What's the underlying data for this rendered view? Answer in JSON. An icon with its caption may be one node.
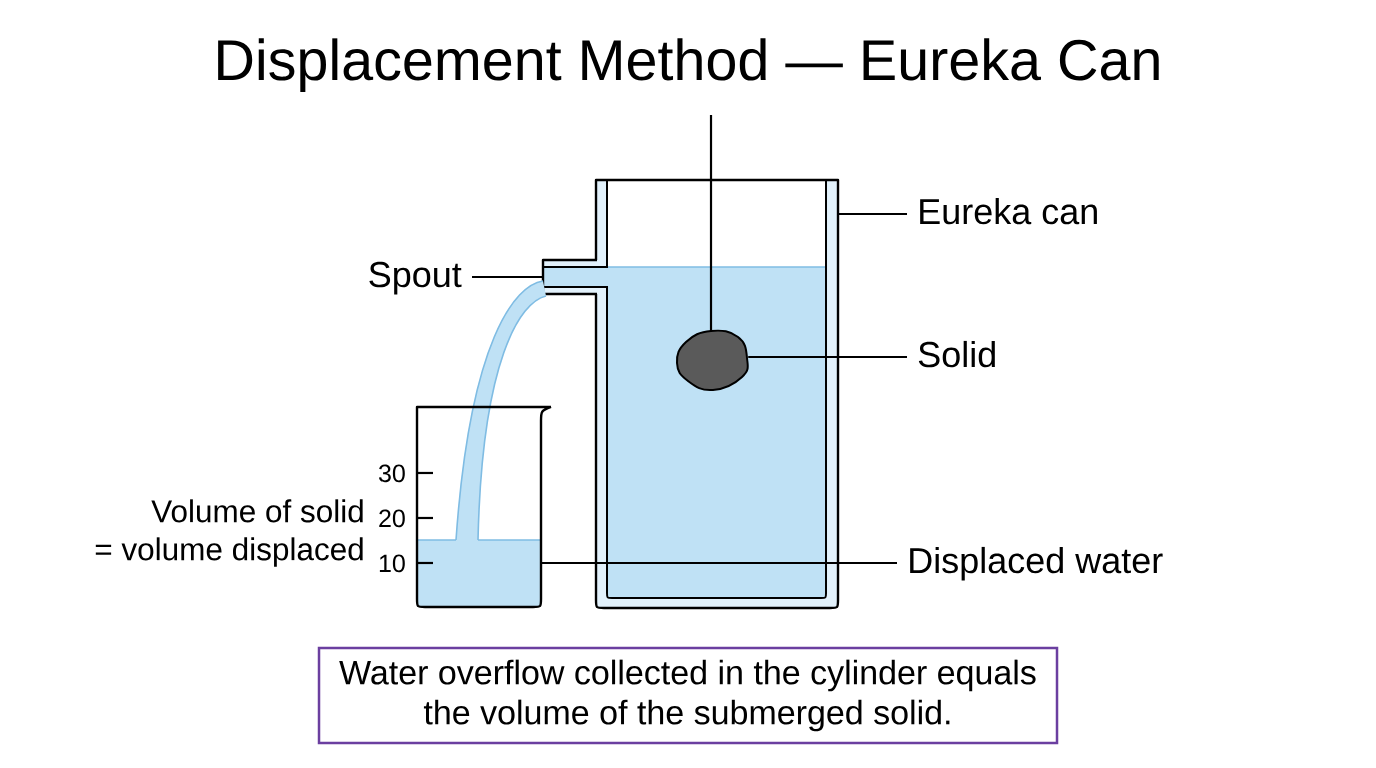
{
  "diagram": {
    "title": "Displacement Method — Eureka Can",
    "nodes": [
      {
        "text": [],
        "shape": "picture"
      },
      {
        "text": [
          "Eureka can"
        ]
      },
      {
        "text": [],
        "shape": "box"
      },
      {
        "text": [
          "Spout"
        ]
      },
      {
        "text": [],
        "shape": "blob",
        "in": 0
      },
      {
        "text": [
          "Solid"
        ]
      },
      {
        "text": [],
        "shape": "box"
      },
      {
        "text": [
          "Displaced water"
        ]
      },
      {
        "text": [
          "Water overflow collected in the cylinder equals the volume of the submerged solid."
        ]
      }
    ],
    "edges": [
      {
        "from": 1,
        "to": 0,
        "arrow": "none"
      },
      {
        "from": 3,
        "to": 2,
        "arrow": "none"
      },
      {
        "from": 5,
        "to": 4,
        "arrow": "none"
      },
      {
        "from": 7,
        "to": 6,
        "arrow": "none"
      }
    ],
    "labels": [
      "30",
      "Volume of solid = volume displaced",
      "20",
      "10"
    ]
  }
}
